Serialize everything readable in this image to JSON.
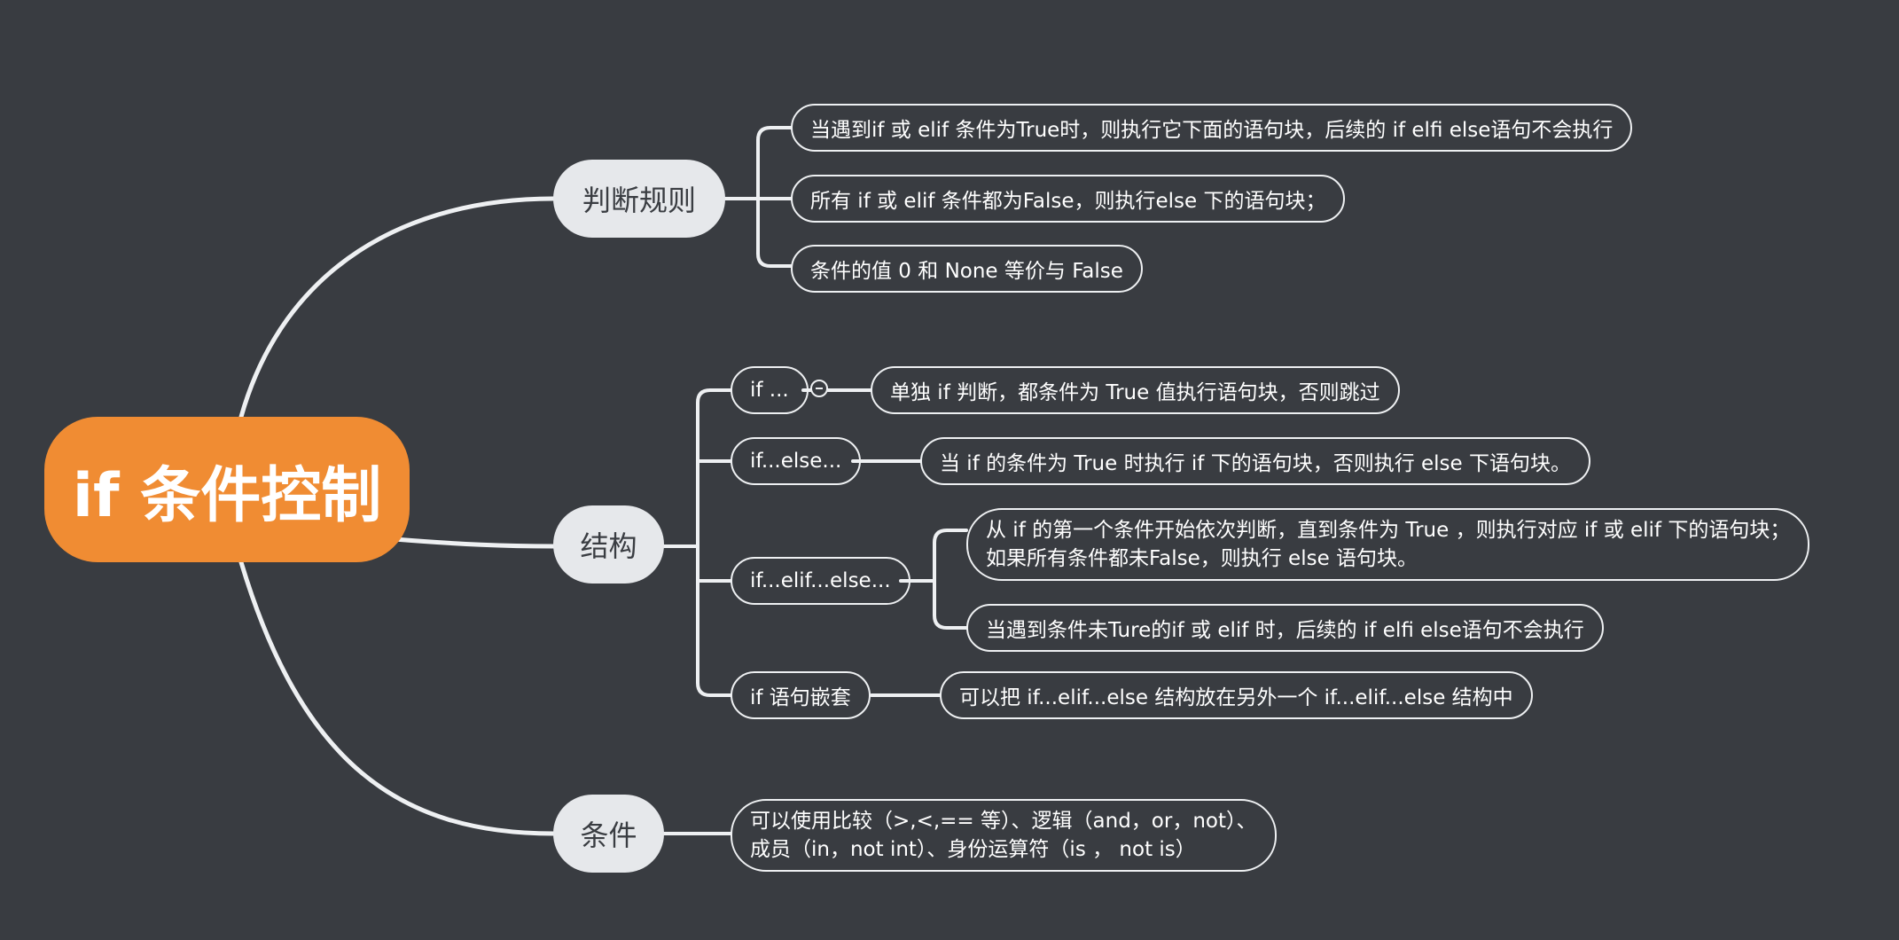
{
  "root": {
    "title": "if 条件控制"
  },
  "branches": {
    "rules": {
      "label": "判断规则",
      "items": [
        "当遇到if 或 elif 条件为True时，则执行它下面的语句块，后续的 if elfi else语句不会执行",
        "所有 if 或 elif 条件都为False，则执行else 下的语句块；",
        "条件的值 0 和 None 等价与 False"
      ]
    },
    "structure": {
      "label": "结构",
      "subs": [
        {
          "label": "if ...",
          "items": [
            "单独 if 判断，都条件为 True 值执行语句块，否则跳过"
          ]
        },
        {
          "label": "if...else...",
          "items": [
            "当 if 的条件为 True 时执行 if 下的语句块，否则执行 else 下语句块。"
          ]
        },
        {
          "label": "if...elif...else...",
          "items": [
            {
              "line1": "从 if 的第一个条件开始依次判断，直到条件为 True ，则执行对应 if 或 elif 下的语句块；",
              "line2": "如果所有条件都未False，则执行 else 语句块。"
            },
            "当遇到条件未Ture的if 或 elif 时，后续的 if elfi else语句不会执行"
          ]
        },
        {
          "label": "if 语句嵌套",
          "items": [
            "可以把 if...elif...else 结构放在另外一个 if...elif...else 结构中"
          ]
        }
      ]
    },
    "conditions": {
      "label": "条件",
      "item": {
        "line1": "可以使用比较（>,<,== 等）、逻辑（and，or，not）、",
        "line2": "成员（in，not int）、身份运算符（is ， not is）"
      }
    }
  },
  "colors": {
    "background": "#393c41",
    "root_fill": "#f08c33",
    "branch_fill": "#e6e8eb",
    "line": "#eef0f2"
  }
}
